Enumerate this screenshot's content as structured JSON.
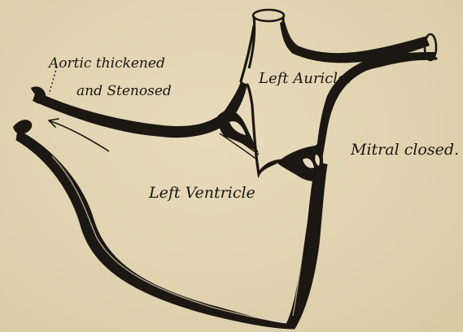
{
  "figure": {
    "labels": {
      "aortic_line1": "Aortic thickened",
      "aortic_line2": "and Stenosed",
      "left_auricle": "Left Auricle.",
      "mitral_closed": "Mitral closed.",
      "left_ventricle": "Left Ventricle"
    }
  }
}
